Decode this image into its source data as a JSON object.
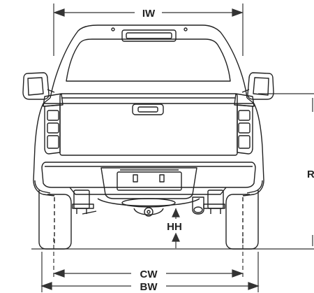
{
  "colors": {
    "line": "#222222",
    "background": "#ffffff",
    "dim": "#333333"
  },
  "dimensions": {
    "top_width": "IW",
    "hitch_height": "HH",
    "center_width": "CW",
    "bottom_width": "BW",
    "right_edge": "R"
  }
}
